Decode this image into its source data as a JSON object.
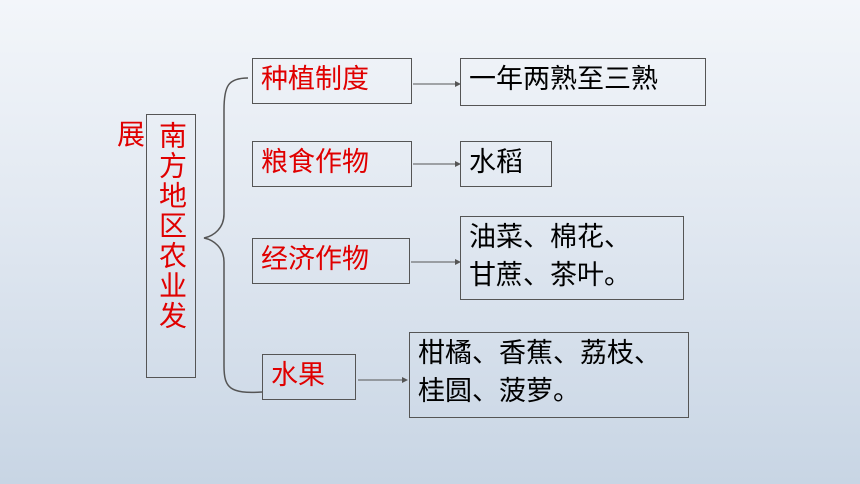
{
  "main": {
    "label": "南方地区农业发",
    "overflow_char": "展"
  },
  "categories": [
    {
      "label": "种植制度",
      "value": "一年两熟至三熟"
    },
    {
      "label": "粮食作物",
      "value": "水稻"
    },
    {
      "label": "经济作物",
      "value_lines": [
        "油菜、棉花、",
        "甘蔗、茶叶。"
      ]
    },
    {
      "label": "水果",
      "value_lines": [
        "柑橘、香蕉、荔枝、",
        "桂圆、菠萝。"
      ]
    }
  ],
  "colors": {
    "accent": "#e00000",
    "border": "#555555"
  }
}
